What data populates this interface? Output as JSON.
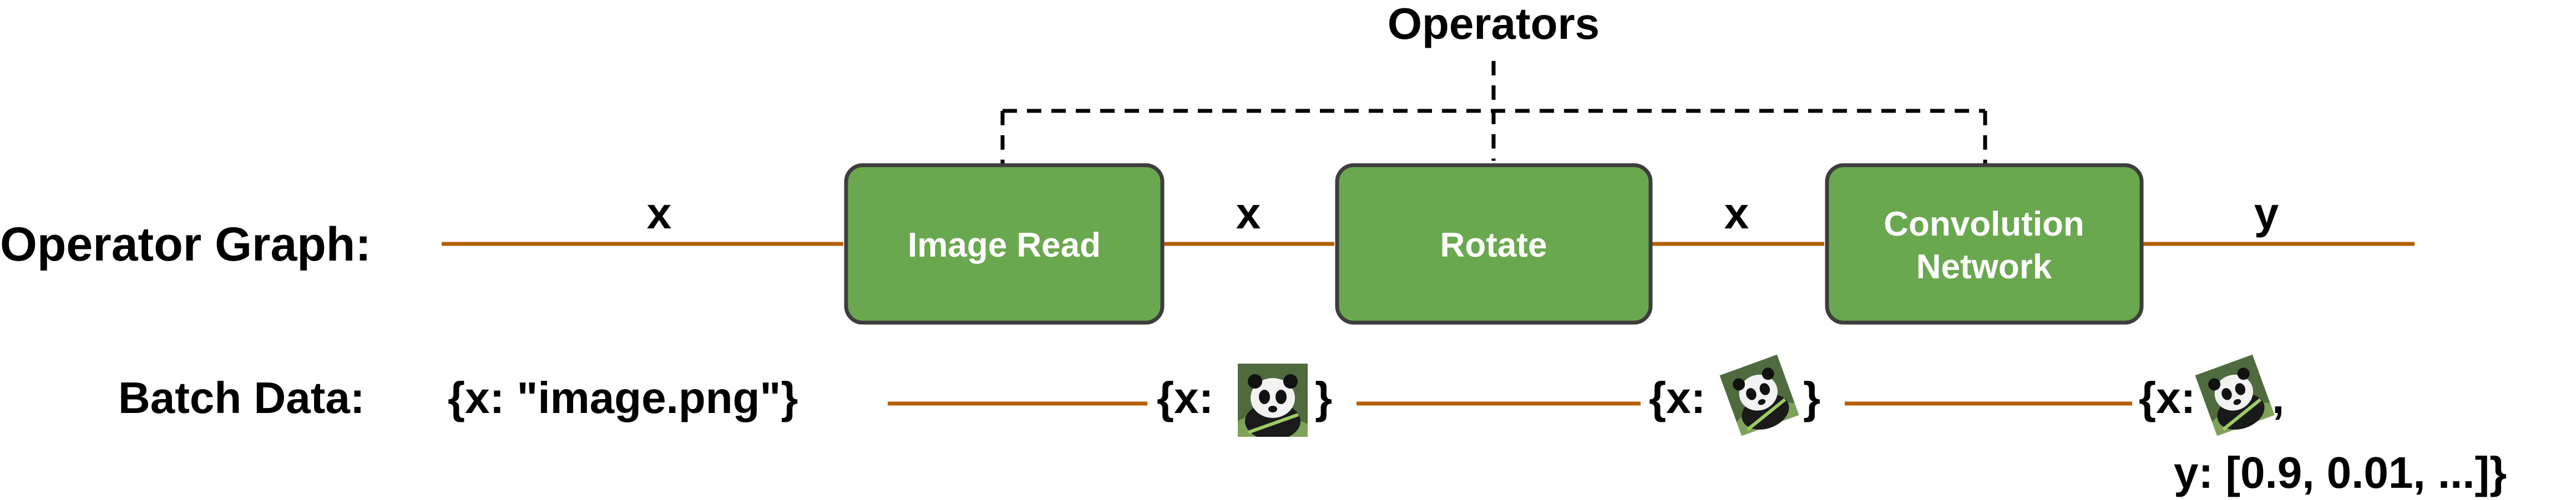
{
  "title": "Operators",
  "graph_label": "Operator Graph:",
  "batch_label": "Batch Data:",
  "operators": [
    {
      "lines": [
        "Image Read"
      ]
    },
    {
      "lines": [
        "Rotate"
      ]
    },
    {
      "lines": [
        "Convolution",
        "Network"
      ]
    }
  ],
  "edge_labels": [
    "x",
    "x",
    "x",
    "y"
  ],
  "batches": [
    {
      "text": "{x: \"image.png\"}"
    },
    {
      "prefix": "{x:",
      "suffix": "}",
      "thumbnail": "panda"
    },
    {
      "prefix": "{x:",
      "suffix": "}",
      "thumbnail": "panda-rotated"
    },
    {
      "prefix": "{x:",
      "suffix": ",",
      "line2": "y: [0.9, 0.01, ...]}",
      "thumbnail": "panda-rotated"
    }
  ],
  "colors": {
    "operator_fill": "#6aa84f",
    "operator_stroke": "#3d3d3d",
    "arrow": "#b45f06",
    "text": "#000000"
  }
}
